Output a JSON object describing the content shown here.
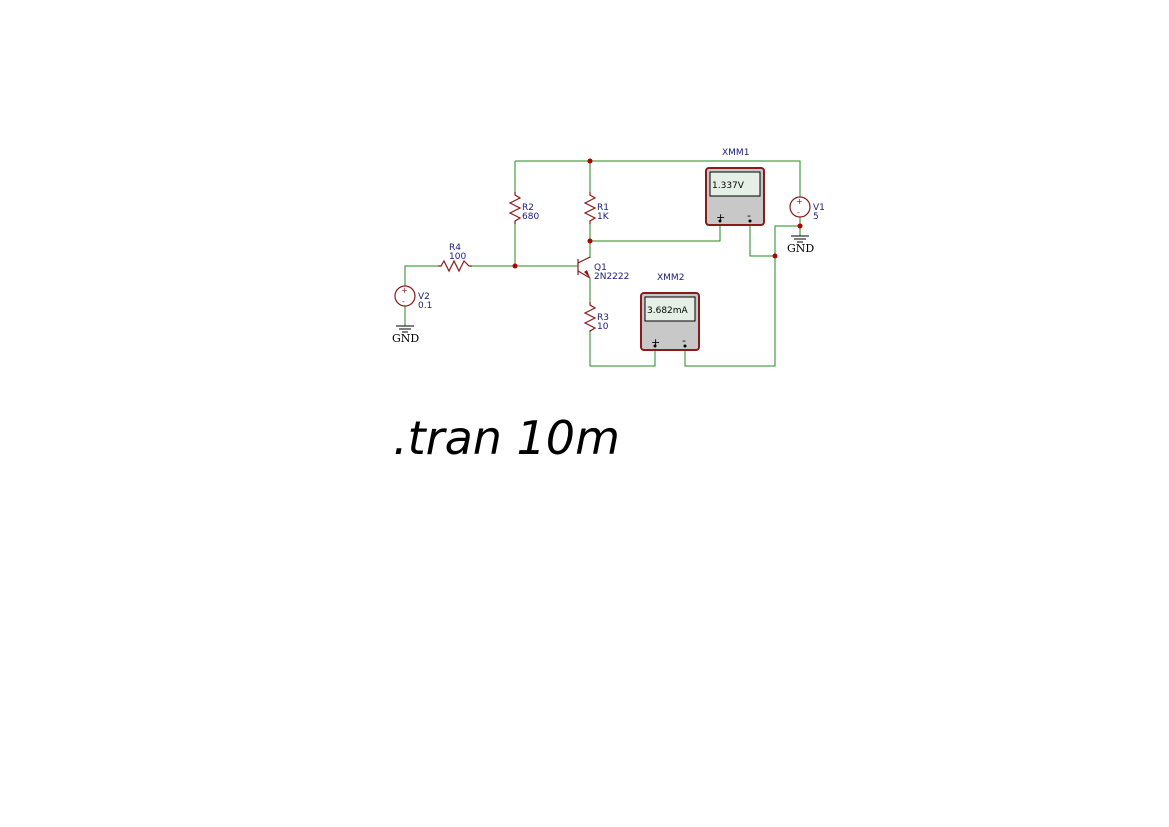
{
  "components": {
    "r1": {
      "ref": "R1",
      "value": "1K"
    },
    "r2": {
      "ref": "R2",
      "value": "680"
    },
    "r3": {
      "ref": "R3",
      "value": "10"
    },
    "r4": {
      "ref": "R4",
      "value": "100"
    },
    "q1": {
      "ref": "Q1",
      "value": "2N2222"
    },
    "v1": {
      "ref": "V1",
      "value": "5"
    },
    "v2": {
      "ref": "V2",
      "value": "0.1"
    }
  },
  "meters": {
    "xmm1": {
      "ref": "XMM1",
      "reading": "1.337V",
      "plus": "+",
      "minus": "-"
    },
    "xmm2": {
      "ref": "XMM2",
      "reading": "3.682mA",
      "plus": "+",
      "minus": "-"
    }
  },
  "ground_label": "GND",
  "directive": ".tran 10m",
  "colors": {
    "wire": "#228b22",
    "component": "#8b1a1a",
    "label": "#1a1a7a",
    "junction": "#b00000"
  }
}
